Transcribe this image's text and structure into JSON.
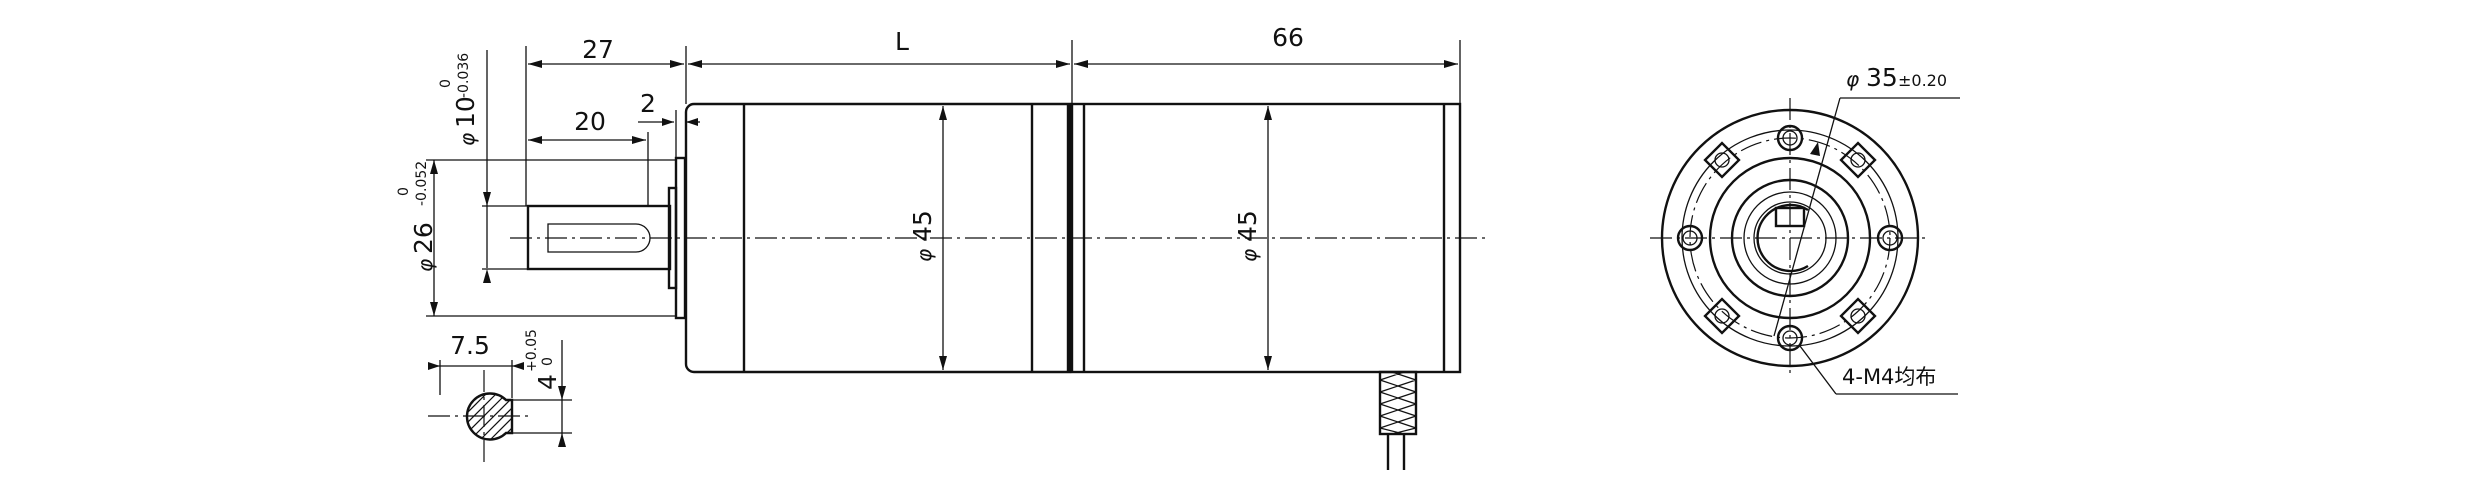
{
  "dimensions": {
    "shaft_length": "27",
    "body_length": "L",
    "gearbox_length": "66",
    "flat_length": "20",
    "boss_length": "2",
    "shaft_dia_symbol": "φ",
    "shaft_dia_value": "10",
    "shaft_dia_tol_upper": "0",
    "shaft_dia_tol_lower": "-0.036",
    "boss_dia_symbol": "φ",
    "boss_dia_value": "26",
    "boss_dia_tol_upper": "0",
    "boss_dia_tol_lower": "-0.052",
    "motor_dia_symbol": "φ",
    "motor_dia_value": "45",
    "gearbox_dia_symbol": "φ",
    "gearbox_dia_value": "45",
    "key_width": "7.5",
    "key_depth_value": "4",
    "key_depth_tol_upper": "+0.05",
    "key_depth_tol_lower": "0",
    "pcd_symbol": "φ",
    "pcd_value": "35",
    "pcd_tol": "±0.20",
    "holes_note": "4-M4均布"
  }
}
